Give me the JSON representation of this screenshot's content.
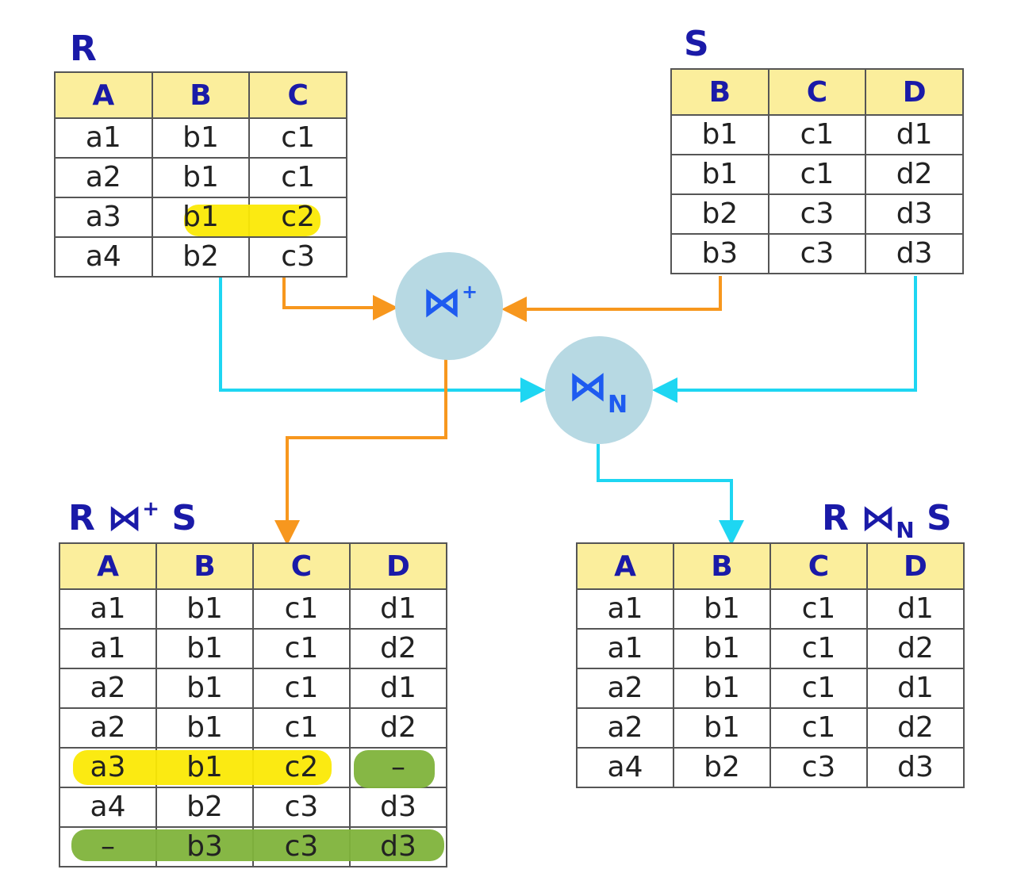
{
  "relation_r": {
    "title": "R",
    "headers": [
      "A",
      "B",
      "C"
    ],
    "rows": [
      [
        "a1",
        "b1",
        "c1"
      ],
      [
        "a2",
        "b1",
        "c1"
      ],
      [
        "a3",
        "b1",
        "c2"
      ],
      [
        "a4",
        "b2",
        "c3"
      ]
    ]
  },
  "relation_s": {
    "title": "S",
    "headers": [
      "B",
      "C",
      "D"
    ],
    "rows": [
      [
        "b1",
        "c1",
        "d1"
      ],
      [
        "b1",
        "c1",
        "d2"
      ],
      [
        "b2",
        "c3",
        "d3"
      ],
      [
        "b3",
        "c3",
        "d3"
      ]
    ]
  },
  "outer_join": {
    "operator_symbol": "⋈",
    "operator_mark": "+",
    "title_left": "R",
    "title_right": "S",
    "headers": [
      "A",
      "B",
      "C",
      "D"
    ],
    "rows": [
      [
        "a1",
        "b1",
        "c1",
        "d1"
      ],
      [
        "a1",
        "b1",
        "c1",
        "d2"
      ],
      [
        "a2",
        "b1",
        "c1",
        "d1"
      ],
      [
        "a2",
        "b1",
        "c1",
        "d2"
      ],
      [
        "a3",
        "b1",
        "c2",
        "–"
      ],
      [
        "a4",
        "b2",
        "c3",
        "d3"
      ],
      [
        "–",
        "b3",
        "c3",
        "d3"
      ]
    ]
  },
  "natural_join": {
    "operator_symbol": "⋈",
    "operator_mark": "N",
    "title_left": "R",
    "title_right": "S",
    "headers": [
      "A",
      "B",
      "C",
      "D"
    ],
    "rows": [
      [
        "a1",
        "b1",
        "c1",
        "d1"
      ],
      [
        "a1",
        "b1",
        "c1",
        "d2"
      ],
      [
        "a2",
        "b1",
        "c1",
        "d1"
      ],
      [
        "a2",
        "b1",
        "c1",
        "d2"
      ],
      [
        "a4",
        "b2",
        "c3",
        "d3"
      ]
    ]
  },
  "colors": {
    "title_text": "#1a1aa8",
    "header_fill": "#fbee9c",
    "operator_circle": "#b7d9e3",
    "operator_glyph": "#1e5bf0",
    "outer_join_arrow": "#f7971e",
    "natural_join_arrow": "#1ed6f2",
    "highlight_yellow": "#fbe905",
    "highlight_green": "#7fb33b"
  }
}
